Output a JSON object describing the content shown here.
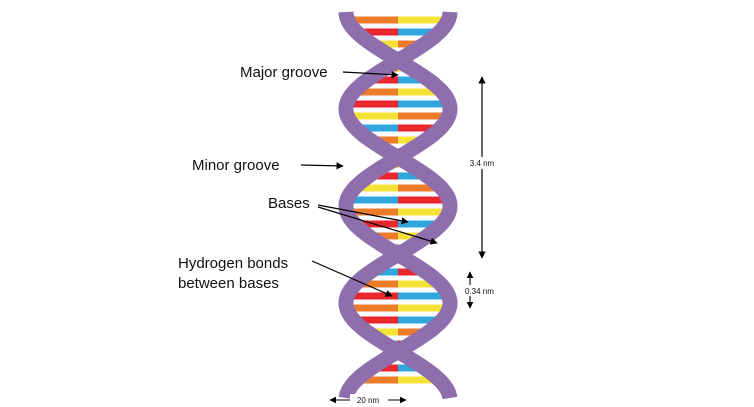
{
  "labels": {
    "major_groove": "Major groove",
    "minor_groove": "Minor groove",
    "bases": "Bases",
    "hydrogen_line1": "Hydrogen bonds",
    "hydrogen_line2": "between bases",
    "pitch": "3.4 nm",
    "rise": "0.34 nm",
    "width": "20 nm"
  },
  "colors": {
    "backbone": "#8e6ead",
    "backbone_edge": "#6f5490",
    "base_red": "#e8262d",
    "base_yellow": "#f4e336",
    "base_blue": "#2fa6dd",
    "base_orange": "#ee7b2a",
    "arrow": "#000000"
  }
}
